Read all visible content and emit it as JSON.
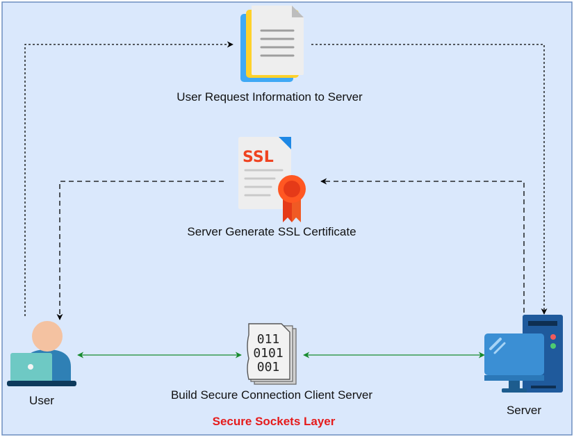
{
  "diagram": {
    "title": "Secure Sockets Layer",
    "colors": {
      "background": "#dae8fc",
      "border": "#6c8ebf",
      "title": "#e51b1b",
      "connector": "#000000",
      "secure_link": "#178a2d"
    },
    "nodes": {
      "request": {
        "label": "User Request Information to Server",
        "icon": "stacked-documents-icon"
      },
      "certificate": {
        "label": "Server Generate SSL Certificate",
        "icon": "ssl-certificate-icon",
        "icon_text": "SSL"
      },
      "connection": {
        "label": "Build Secure Connection Client Server",
        "icon": "binary-file-icon",
        "icon_lines": [
          "011",
          "0101",
          "001"
        ]
      },
      "user": {
        "label": "User",
        "icon": "user-laptop-icon"
      },
      "server": {
        "label": "Server",
        "icon": "server-computer-icon"
      }
    },
    "edges": [
      {
        "from": "user",
        "to": "request",
        "style": "dotted"
      },
      {
        "from": "request",
        "to": "server",
        "style": "dotted"
      },
      {
        "from": "server",
        "to": "certificate",
        "style": "dashed"
      },
      {
        "from": "certificate",
        "to": "user",
        "style": "dashed"
      },
      {
        "from": "user",
        "to": "connection",
        "style": "solid",
        "bidirectional": true
      },
      {
        "from": "connection",
        "to": "server",
        "style": "solid",
        "bidirectional": true
      }
    ]
  }
}
